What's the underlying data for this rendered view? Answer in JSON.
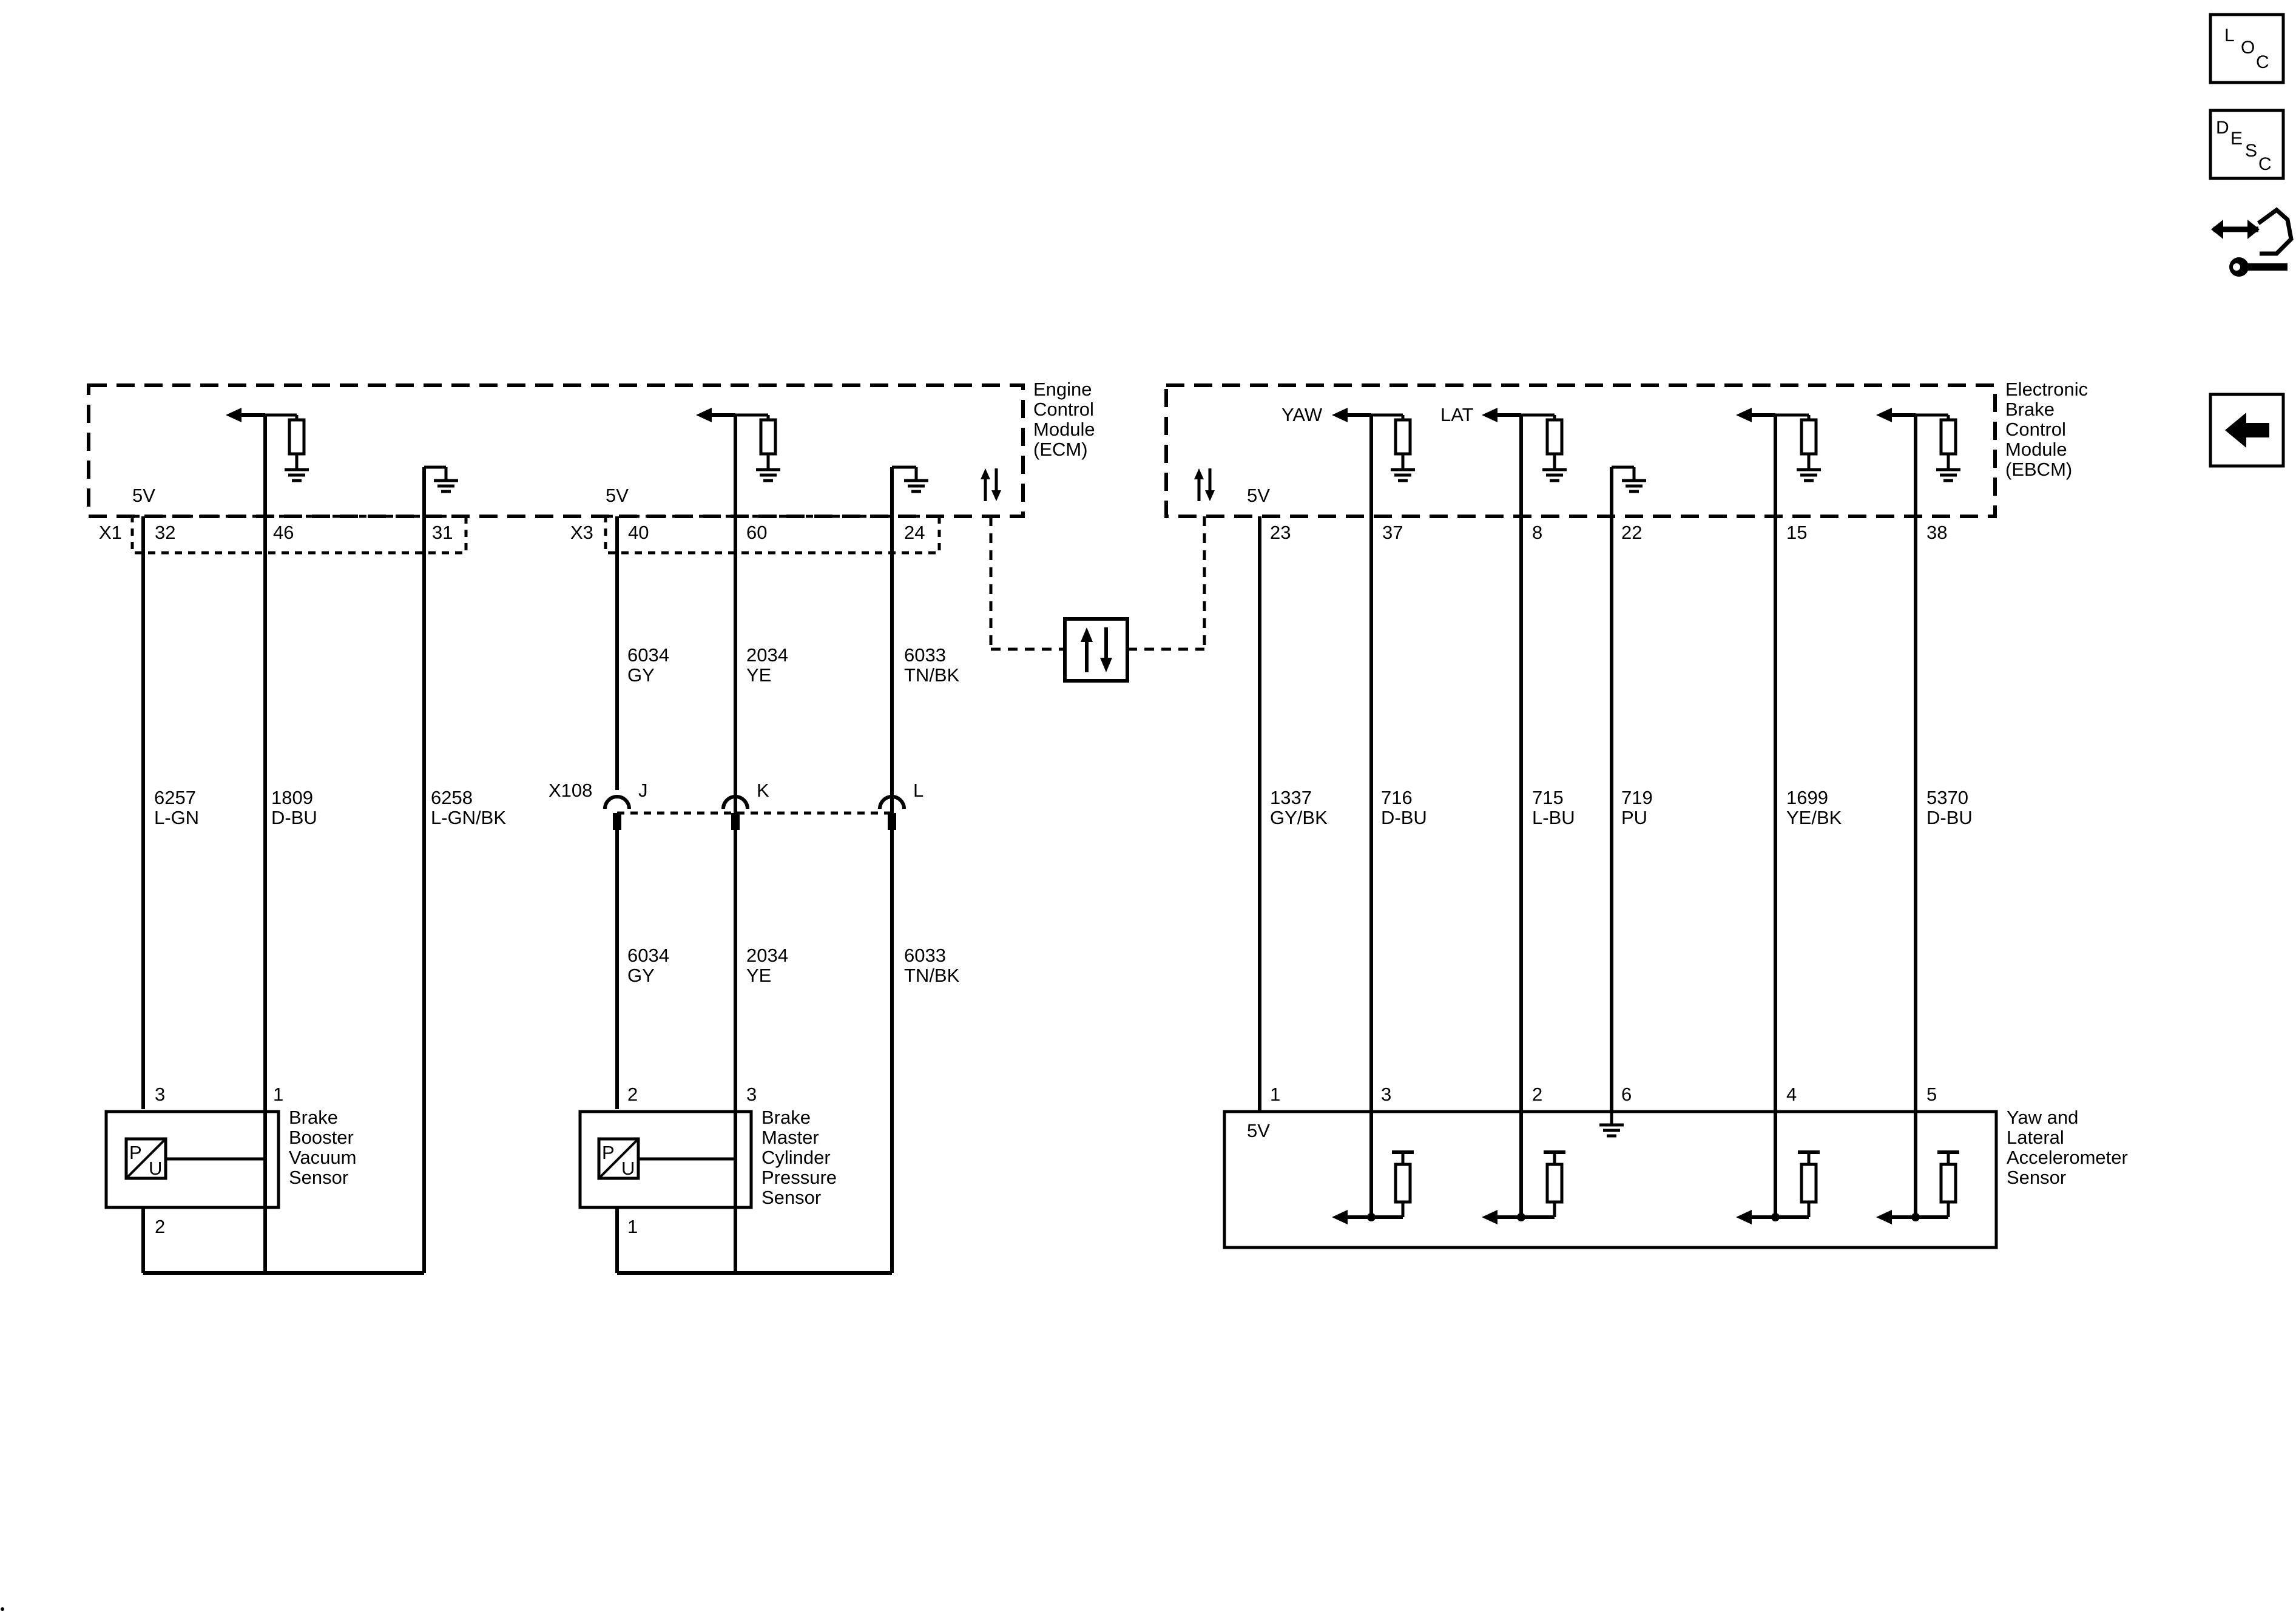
{
  "nav": {
    "loc": [
      "L",
      "O",
      "C"
    ],
    "desc": [
      "D",
      "E",
      "S",
      "C"
    ]
  },
  "ecm": {
    "name_lines": [
      "Engine",
      "Control",
      "Module",
      "(ECM)"
    ],
    "connectors": [
      "X1",
      "X3"
    ],
    "supply_labels": [
      "5V",
      "5V"
    ],
    "pins": [
      "32",
      "46",
      "31",
      "40",
      "60",
      "24"
    ]
  },
  "ebcm": {
    "name_lines": [
      "Electronic",
      "Brake",
      "Control",
      "Module",
      "(EBCM)"
    ],
    "supply_label": "5V",
    "pins": [
      "23",
      "37",
      "8",
      "22",
      "15",
      "38"
    ],
    "signal_labels": [
      "YAW",
      "LAT"
    ]
  },
  "inline_connector": {
    "name": "X108",
    "cavities": [
      "J",
      "K",
      "L"
    ]
  },
  "wires": {
    "booster": [
      {
        "circuit": "6257",
        "color": "L-GN"
      },
      {
        "circuit": "1809",
        "color": "D-BU"
      },
      {
        "circuit": "6258",
        "color": "L-GN/BK"
      }
    ],
    "master_upper": [
      {
        "circuit": "6034",
        "color": "GY"
      },
      {
        "circuit": "2034",
        "color": "YE"
      },
      {
        "circuit": "6033",
        "color": "TN/BK"
      }
    ],
    "master_lower": [
      {
        "circuit": "6034",
        "color": "GY"
      },
      {
        "circuit": "2034",
        "color": "YE"
      },
      {
        "circuit": "6033",
        "color": "TN/BK"
      }
    ],
    "yaw": [
      {
        "circuit": "1337",
        "color": "GY/BK"
      },
      {
        "circuit": "716",
        "color": "D-BU"
      },
      {
        "circuit": "715",
        "color": "L-BU"
      },
      {
        "circuit": "719",
        "color": "PU"
      },
      {
        "circuit": "1699",
        "color": "YE/BK"
      },
      {
        "circuit": "5370",
        "color": "D-BU"
      }
    ]
  },
  "booster_sensor": {
    "name_lines": [
      "Brake",
      "Booster",
      "Vacuum",
      "Sensor"
    ],
    "pins": [
      "3",
      "1",
      "2"
    ],
    "symbol": [
      "P",
      "U"
    ]
  },
  "master_sensor": {
    "name_lines": [
      "Brake",
      "Master",
      "Cylinder",
      "Pressure",
      "Sensor"
    ],
    "pins": [
      "2",
      "3",
      "1"
    ],
    "symbol": [
      "P",
      "U"
    ]
  },
  "yaw_sensor": {
    "name_lines": [
      "Yaw and",
      "Lateral",
      "Accelerometer",
      "Sensor"
    ],
    "supply_label": "5V",
    "pins": [
      "1",
      "3",
      "2",
      "6",
      "4",
      "5"
    ]
  }
}
